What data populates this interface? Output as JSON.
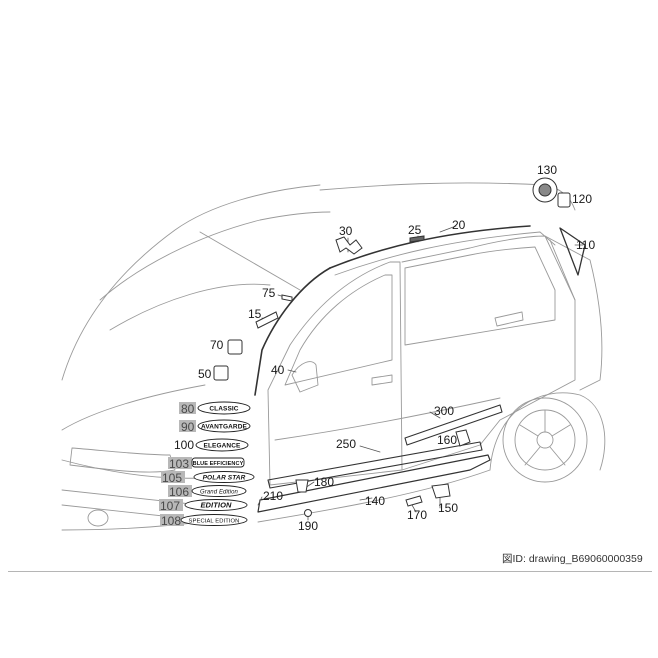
{
  "callouts": {
    "p130": "130",
    "p120": "120",
    "p110": "110",
    "p20": "20",
    "p25": "25",
    "p30": "30",
    "p75": "75",
    "p15": "15",
    "p70": "70",
    "p50": "50",
    "p40": "40",
    "p300": "300",
    "p250": "250",
    "p160": "160",
    "p180": "180",
    "p210": "210",
    "p140": "140",
    "p170": "170",
    "p150": "150",
    "p190": "190"
  },
  "badge_numbers": {
    "n80": "80",
    "n90": "90",
    "n100": "100",
    "n103": "103",
    "n105": "105",
    "n106": "106",
    "n107": "107",
    "n108": "108"
  },
  "badges": {
    "classic": "CLASSIC",
    "avantgarde": "AVANTGARDE",
    "elegance": "ELEGANCE",
    "blue_efficiency": "BLUE EFFICIENCY",
    "polar_star": "POLAR STAR",
    "grand_edition": "Grand Edition",
    "edition": "EDITION",
    "special_edition": "SPECIAL EDITION"
  },
  "footer": {
    "drawing_id": "図ID: drawing_B69060000359"
  }
}
